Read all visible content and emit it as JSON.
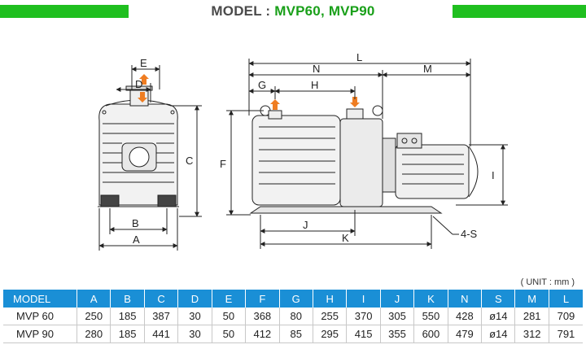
{
  "colors": {
    "accent_green": "#1fbf1f",
    "model_value_green": "#1aa01a",
    "table_header_blue": "#1a8fd6",
    "arrow_orange": "#ef7d22"
  },
  "header": {
    "model_label": "MODEL : ",
    "model_values": "MVP60, MVP90"
  },
  "dimension_labels": {
    "E": "E",
    "D": "D",
    "C": "C",
    "B": "B",
    "A": "A",
    "F": "F",
    "G": "G",
    "H": "H",
    "N": "N",
    "L": "L",
    "M": "M",
    "I": "I",
    "J": "J",
    "K": "K",
    "holes": "4-S"
  },
  "unit_note": "( UNIT : mm )",
  "table": {
    "headers": [
      "MODEL",
      "A",
      "B",
      "C",
      "D",
      "E",
      "F",
      "G",
      "H",
      "I",
      "J",
      "K",
      "N",
      "S",
      "M",
      "L"
    ],
    "rows": [
      [
        "MVP 60",
        "250",
        "185",
        "387",
        "30",
        "50",
        "368",
        "80",
        "255",
        "370",
        "305",
        "550",
        "428",
        "ø14",
        "281",
        "709"
      ],
      [
        "MVP 90",
        "280",
        "185",
        "441",
        "30",
        "50",
        "412",
        "85",
        "295",
        "415",
        "355",
        "600",
        "479",
        "ø14",
        "312",
        "791"
      ]
    ]
  }
}
